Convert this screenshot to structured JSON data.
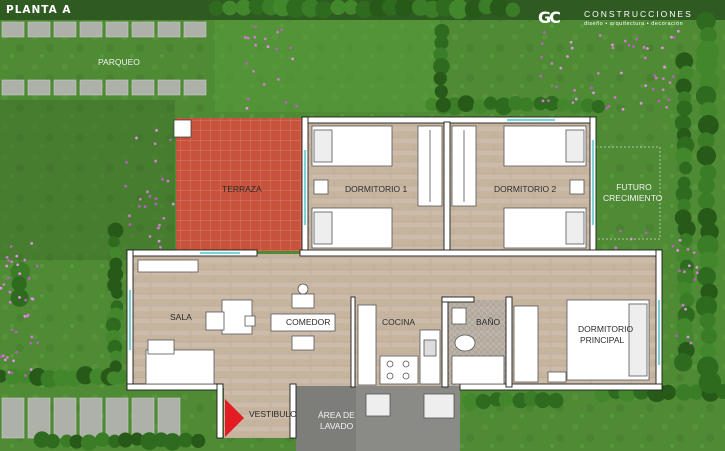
{
  "plan_title": "PLANTA A",
  "logo": {
    "mark": "GC",
    "name": "CONSTRUCCIONES",
    "tagline": "diseño • arquitectura • decoración"
  },
  "rooms": {
    "parqueo": "PARQUEO",
    "terraza": "TERRAZA",
    "dormitorio1": "DORMITORIO 1",
    "dormitorio2": "DORMITORIO 2",
    "futuro_line1": "FUTURO",
    "futuro_line2": "CRECIMIENTO",
    "sala": "SALA",
    "comedor": "COMEDOR",
    "cocina": "COCINA",
    "bano": "BAÑO",
    "principal_line1": "DORMITORIO",
    "principal_line2": "PRINCIPAL",
    "vestibulo": "VESTIBULO",
    "lavado_line1": "ÁREA DE",
    "lavado_line2": "LAVADO"
  },
  "colors": {
    "grass": "#4f8a35",
    "grass_dark": "#2f5a22",
    "terrace": "#c2513a",
    "floor": "#c9b9a6",
    "wall": "#ffffff",
    "paver": "#a9ada6",
    "concrete": "#8e8e8a",
    "accent": "#e31b23"
  }
}
